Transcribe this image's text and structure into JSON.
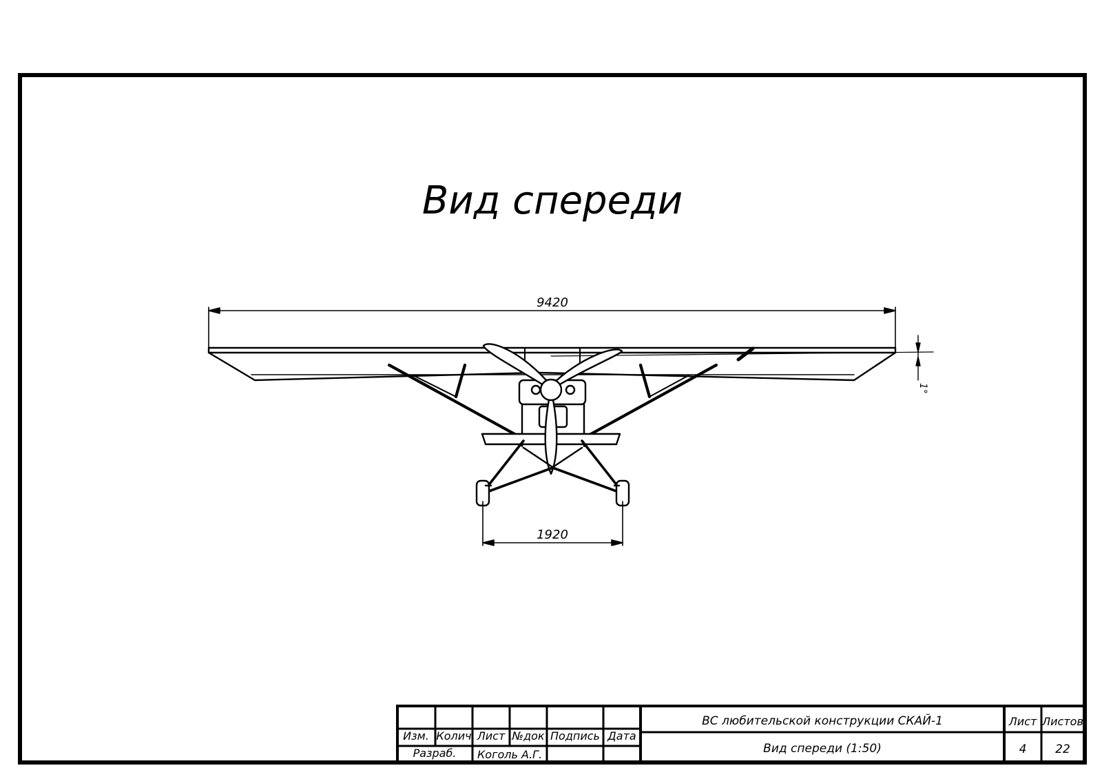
{
  "sheet": {
    "title": "Вид спереди"
  },
  "dimensions": {
    "wingspan": "9420",
    "track": "1920",
    "dihedral": "1°"
  },
  "title_block": {
    "headers": [
      "Изм.",
      "Колич",
      "Лист",
      "№док",
      "Подпись",
      "Дата"
    ],
    "developer_role": "Разраб.",
    "developer_name": "Коголь А.Г.",
    "project": "ВС любительской конструкции СКАЙ-1",
    "drawing_name": "Вид спереди (1:50)",
    "sheet_label": "Лист",
    "sheets_label": "Листов",
    "sheet_number": "4",
    "sheets_total": "22"
  }
}
